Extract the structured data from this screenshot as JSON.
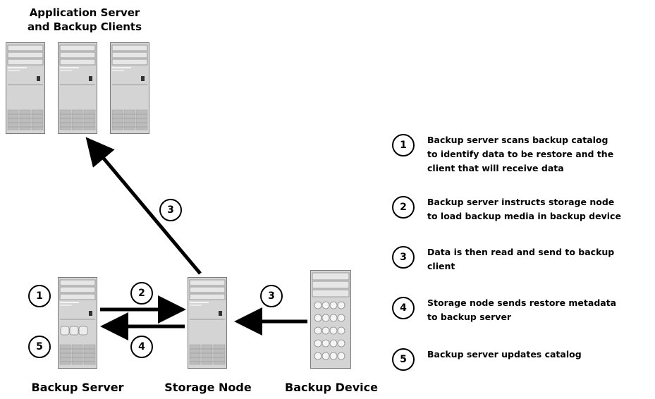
{
  "top_group": {
    "title_line1": "Application Server",
    "title_line2": "and Backup Clients"
  },
  "labels": {
    "backup_server": "Backup Server",
    "storage_node": "Storage Node",
    "backup_device": "Backup Device"
  },
  "arrow_steps": {
    "s1": "1",
    "s2": "2",
    "s3_diag": "3",
    "s3_right": "3",
    "s4": "4",
    "s5": "5"
  },
  "legend": [
    {
      "num": "1",
      "text_line1": "Backup server scans backup catalog",
      "text_line2": "to identify data to be  restore and the",
      "text_line3": "client that will receive data"
    },
    {
      "num": "2",
      "text_line1": "Backup server instructs storage node",
      "text_line2": "to load backup media in backup device",
      "text_line3": ""
    },
    {
      "num": "3",
      "text_line1": "Data is then read and send to backup",
      "text_line2": "client",
      "text_line3": ""
    },
    {
      "num": "4",
      "text_line1": "Storage node sends restore metadata",
      "text_line2": "to backup server",
      "text_line3": ""
    },
    {
      "num": "5",
      "text_line1": "Backup server updates catalog",
      "text_line2": "",
      "text_line3": ""
    }
  ],
  "colors": {
    "server_fill": "#d4d4d4",
    "server_stroke": "#7a7a7a",
    "arrow": "#000000"
  }
}
